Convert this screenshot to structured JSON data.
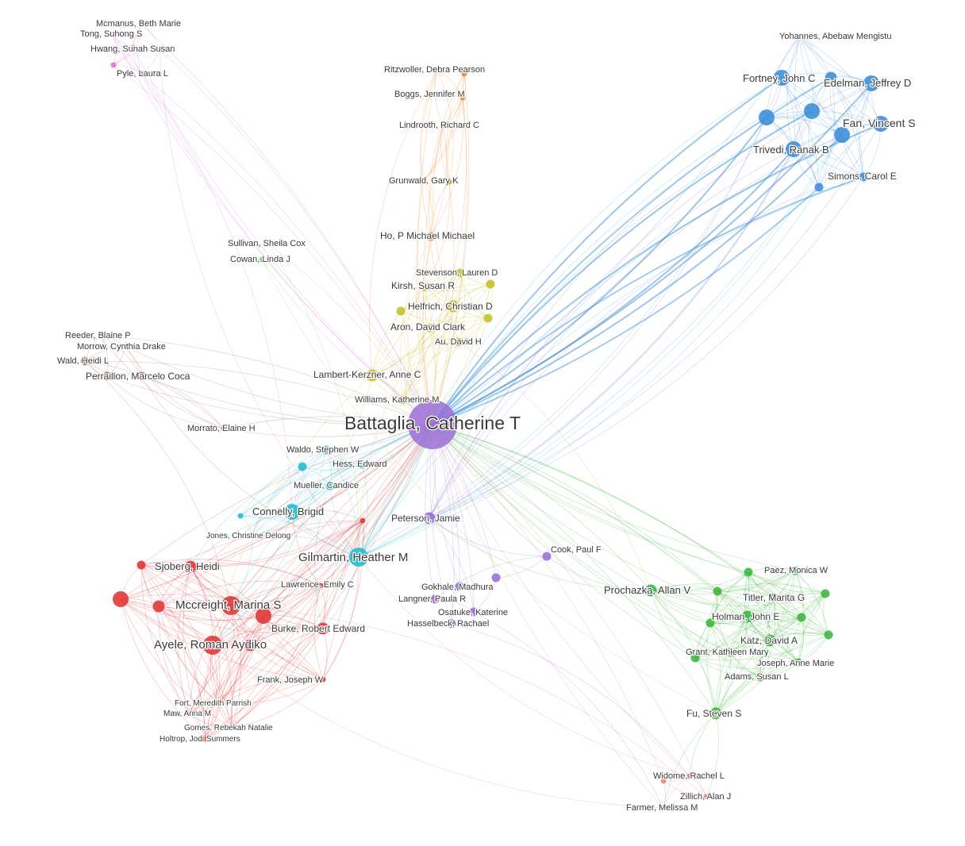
{
  "clusters": {
    "purple": {
      "color": "#9b6fd6"
    },
    "blue": {
      "color": "#3f8fd8"
    },
    "green": {
      "color": "#3fb83f"
    },
    "red": {
      "color": "#e03838"
    },
    "cyan": {
      "color": "#28bcd2"
    },
    "yellow": {
      "color": "#c4c22c"
    },
    "orange": {
      "color": "#f08a24"
    },
    "pink": {
      "color": "#e070d8"
    },
    "brown": {
      "color": "#a86a58"
    },
    "lightgreen": {
      "color": "#8ad27a"
    },
    "salmon": {
      "color": "#f08080"
    }
  },
  "nodes": [
    {
      "id": "battaglia",
      "label": "Battaglia, Catherine T",
      "cluster": "purple",
      "weight": 10
    },
    {
      "id": "peterson",
      "label": "Peterson, Jamie",
      "cluster": "purple",
      "weight": 3
    },
    {
      "id": "cook",
      "label": "Cook, Paul F",
      "cluster": "purple",
      "weight": 2
    },
    {
      "id": "gokhale",
      "label": "Gokhale, Madhura",
      "cluster": "purple",
      "weight": 2
    },
    {
      "id": "langner",
      "label": "Langner, Paula R",
      "cluster": "purple",
      "weight": 2
    },
    {
      "id": "osatuke",
      "label": "Osatuke, Katerine",
      "cluster": "purple",
      "weight": 2
    },
    {
      "id": "hasselbeck",
      "label": "Hasselbeck, Rachael",
      "cluster": "purple",
      "weight": 2
    },
    {
      "id": "purplex1",
      "label": "",
      "cluster": "purple",
      "weight": 2
    },
    {
      "id": "yohannes",
      "label": "Yohannes, Abebaw Mengistu",
      "cluster": "blue",
      "weight": 1
    },
    {
      "id": "fortney",
      "label": "Fortney, John C",
      "cluster": "blue",
      "weight": 4
    },
    {
      "id": "edelman",
      "label": "Edelman, Jeffrey D",
      "cluster": "blue",
      "weight": 4
    },
    {
      "id": "fan",
      "label": "Fan, Vincent S",
      "cluster": "blue",
      "weight": 4
    },
    {
      "id": "trivedi",
      "label": "Trivedi, Ranak B",
      "cluster": "blue",
      "weight": 4
    },
    {
      "id": "simons",
      "label": "Simons, Carol E",
      "cluster": "blue",
      "weight": 2
    },
    {
      "id": "blue1",
      "label": "",
      "cluster": "blue",
      "weight": 4
    },
    {
      "id": "blue2",
      "label": "",
      "cluster": "blue",
      "weight": 4
    },
    {
      "id": "blue3",
      "label": "",
      "cluster": "blue",
      "weight": 4
    },
    {
      "id": "blue4",
      "label": "",
      "cluster": "blue",
      "weight": 3
    },
    {
      "id": "blue5",
      "label": "",
      "cluster": "blue",
      "weight": 2
    },
    {
      "id": "prochazka",
      "label": "Prochazka, Allan V",
      "cluster": "green",
      "weight": 3
    },
    {
      "id": "paez",
      "label": "Paez, Monica W",
      "cluster": "green",
      "weight": 2
    },
    {
      "id": "titler",
      "label": "Titler, Marita G",
      "cluster": "green",
      "weight": 2
    },
    {
      "id": "holman",
      "label": "Holman, John E",
      "cluster": "green",
      "weight": 3
    },
    {
      "id": "katz",
      "label": "Katz, David A",
      "cluster": "green",
      "weight": 3
    },
    {
      "id": "grant",
      "label": "Grant, Kathleen Mary",
      "cluster": "green",
      "weight": 2
    },
    {
      "id": "joseph",
      "label": "Joseph, Anne Marie",
      "cluster": "green",
      "weight": 2
    },
    {
      "id": "adams",
      "label": "Adams, Susan L",
      "cluster": "green",
      "weight": 2
    },
    {
      "id": "fu",
      "label": "Fu, Steven S",
      "cluster": "green",
      "weight": 3
    },
    {
      "id": "g1",
      "label": "",
      "cluster": "green",
      "weight": 2
    },
    {
      "id": "g2",
      "label": "",
      "cluster": "green",
      "weight": 2
    },
    {
      "id": "g3",
      "label": "",
      "cluster": "green",
      "weight": 2
    },
    {
      "id": "g4",
      "label": "",
      "cluster": "green",
      "weight": 2
    },
    {
      "id": "g5",
      "label": "",
      "cluster": "green",
      "weight": 2
    },
    {
      "id": "g6",
      "label": "",
      "cluster": "green",
      "weight": 2
    },
    {
      "id": "g7",
      "label": "",
      "cluster": "green",
      "weight": 2
    },
    {
      "id": "sjoberg",
      "label": "Sjoberg, Heidi",
      "cluster": "red",
      "weight": 3
    },
    {
      "id": "mccreight",
      "label": "Mccreight, Marina S",
      "cluster": "red",
      "weight": 5
    },
    {
      "id": "ayele",
      "label": "Ayele, Roman Aydiko",
      "cluster": "red",
      "weight": 5
    },
    {
      "id": "burke",
      "label": "Burke, Robert Edward",
      "cluster": "red",
      "weight": 3
    },
    {
      "id": "lawrence",
      "label": "Lawrence, Emily C",
      "cluster": "red",
      "weight": 1
    },
    {
      "id": "frank",
      "label": "Frank, Joseph W",
      "cluster": "red",
      "weight": 1
    },
    {
      "id": "fort",
      "label": "Fort, Meredith Parrish",
      "cluster": "red",
      "weight": 1
    },
    {
      "id": "maw",
      "label": "Maw, Anna M",
      "cluster": "red",
      "weight": 1
    },
    {
      "id": "gomes",
      "label": "Gomes, Rebekah Natalie",
      "cluster": "red",
      "weight": 1
    },
    {
      "id": "holtrop",
      "label": "Holtrop, Jodi Summers",
      "cluster": "red",
      "weight": 1
    },
    {
      "id": "r1",
      "label": "",
      "cluster": "red",
      "weight": 4
    },
    {
      "id": "r2",
      "label": "",
      "cluster": "red",
      "weight": 3
    },
    {
      "id": "r3",
      "label": "",
      "cluster": "red",
      "weight": 4
    },
    {
      "id": "r4",
      "label": "",
      "cluster": "red",
      "weight": 2
    },
    {
      "id": "r5",
      "label": "",
      "cluster": "red",
      "weight": 3
    },
    {
      "id": "r6",
      "label": "",
      "cluster": "red",
      "weight": 1
    },
    {
      "id": "waldo",
      "label": "Waldo, Stephen W",
      "cluster": "cyan",
      "weight": 2
    },
    {
      "id": "hess",
      "label": "Hess, Edward",
      "cluster": "cyan",
      "weight": 2
    },
    {
      "id": "mueller",
      "label": "Mueller, Candice",
      "cluster": "cyan",
      "weight": 2
    },
    {
      "id": "connelly",
      "label": "Connelly, Brigid",
      "cluster": "cyan",
      "weight": 4
    },
    {
      "id": "gilmartin",
      "label": "Gilmartin, Heather M",
      "cluster": "cyan",
      "weight": 5
    },
    {
      "id": "jones",
      "label": "Jones, Christine Delong",
      "cluster": "cyan",
      "weight": 1
    },
    {
      "id": "c1",
      "label": "",
      "cluster": "cyan",
      "weight": 2
    },
    {
      "id": "c2",
      "label": "",
      "cluster": "cyan",
      "weight": 1
    },
    {
      "id": "stevenson",
      "label": "Stevenson, Lauren D",
      "cluster": "yellow",
      "weight": 2
    },
    {
      "id": "kirsh",
      "label": "Kirsh, Susan R",
      "cluster": "yellow",
      "weight": 2
    },
    {
      "id": "helfrich",
      "label": "Helfrich, Christian D",
      "cluster": "yellow",
      "weight": 3
    },
    {
      "id": "aron",
      "label": "Aron, David Clark",
      "cluster": "yellow",
      "weight": 2
    },
    {
      "id": "au",
      "label": "Au, David H",
      "cluster": "yellow",
      "weight": 2
    },
    {
      "id": "lambert",
      "label": "Lambert-Kerzner, Anne C",
      "cluster": "yellow",
      "weight": 3
    },
    {
      "id": "williams",
      "label": "Williams, Katherine M",
      "cluster": "yellow",
      "weight": 2
    },
    {
      "id": "y1",
      "label": "",
      "cluster": "yellow",
      "weight": 2
    },
    {
      "id": "y2",
      "label": "",
      "cluster": "yellow",
      "weight": 2
    },
    {
      "id": "y3",
      "label": "",
      "cluster": "yellow",
      "weight": 2
    },
    {
      "id": "ritzwoller",
      "label": "Ritzwoller, Debra Pearson",
      "cluster": "orange",
      "weight": 1
    },
    {
      "id": "boggs",
      "label": "Boggs, Jennifer M",
      "cluster": "orange",
      "weight": 1
    },
    {
      "id": "lindrooth",
      "label": "Lindrooth, Richard C",
      "cluster": "orange",
      "weight": 1
    },
    {
      "id": "grunwald",
      "label": "Grunwald, Gary K",
      "cluster": "orange",
      "weight": 1
    },
    {
      "id": "ho",
      "label": "Ho, P Michael Michael",
      "cluster": "orange",
      "weight": 2
    },
    {
      "id": "o1",
      "label": "",
      "cluster": "orange",
      "weight": 1
    },
    {
      "id": "o2",
      "label": "",
      "cluster": "orange",
      "weight": 1
    },
    {
      "id": "mcmanus",
      "label": "Mcmanus, Beth Marie",
      "cluster": "pink",
      "weight": 1
    },
    {
      "id": "tong",
      "label": "Tong, Suhong S",
      "cluster": "pink",
      "weight": 1
    },
    {
      "id": "hwang",
      "label": "Hwang, Sunah Susan",
      "cluster": "pink",
      "weight": 1
    },
    {
      "id": "pyle",
      "label": "Pyle, Laura L",
      "cluster": "pink",
      "weight": 1
    },
    {
      "id": "p1",
      "label": "",
      "cluster": "pink",
      "weight": 1
    },
    {
      "id": "p2",
      "label": "",
      "cluster": "pink",
      "weight": 1
    },
    {
      "id": "reeder",
      "label": "Reeder, Blaine P",
      "cluster": "brown",
      "weight": 1
    },
    {
      "id": "morrow",
      "label": "Morrow, Cynthia Drake",
      "cluster": "brown",
      "weight": 1
    },
    {
      "id": "wald",
      "label": "Wald, Heidi L",
      "cluster": "brown",
      "weight": 2
    },
    {
      "id": "perraillon",
      "label": "Perraillon, Marcelo Coca",
      "cluster": "brown",
      "weight": 2
    },
    {
      "id": "morrato",
      "label": "Morrato, Elaine H",
      "cluster": "brown",
      "weight": 1
    },
    {
      "id": "b1",
      "label": "",
      "cluster": "brown",
      "weight": 2
    },
    {
      "id": "sullivan",
      "label": "Sullivan, Sheila Cox",
      "cluster": "lightgreen",
      "weight": 1
    },
    {
      "id": "cowan",
      "label": "Cowan, Linda J",
      "cluster": "lightgreen",
      "weight": 1
    },
    {
      "id": "widome",
      "label": "Widome, Rachel L",
      "cluster": "salmon",
      "weight": 1
    },
    {
      "id": "zillich",
      "label": "Zillich, Alan J",
      "cluster": "salmon",
      "weight": 1
    },
    {
      "id": "farmer",
      "label": "Farmer, Melissa M",
      "cluster": "salmon",
      "weight": 1
    },
    {
      "id": "s1",
      "label": "",
      "cluster": "salmon",
      "weight": 1
    }
  ]
}
